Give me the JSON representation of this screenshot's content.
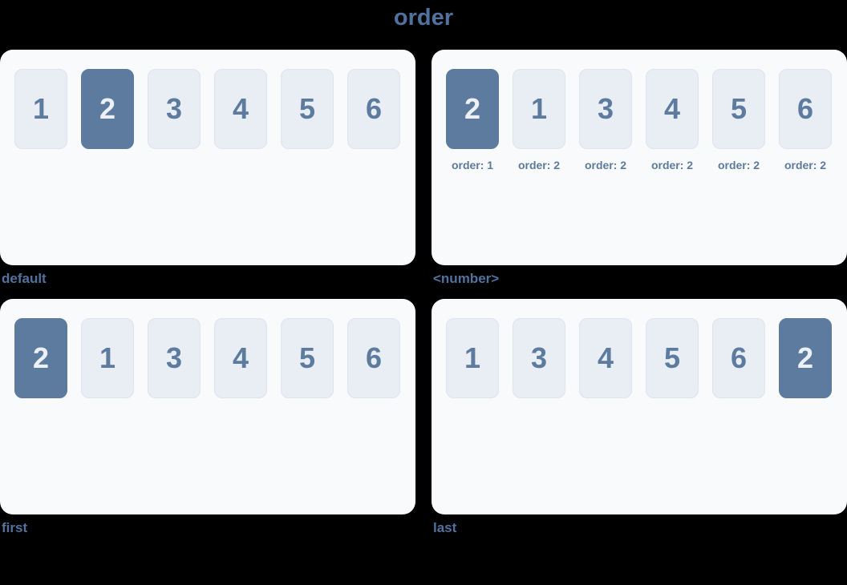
{
  "page": {
    "title": "order"
  },
  "colors": {
    "background": "#000000",
    "panel": "#f8fafc",
    "box": "#e9edf4",
    "box_border": "#dde4ef",
    "highlight": "#5d7b9e",
    "highlight_text": "#edf1f7",
    "slate": "#5d7b9e",
    "heading": "#51719f"
  },
  "panels": [
    {
      "caption": "default",
      "items": [
        {
          "label": "1",
          "highlighted": false
        },
        {
          "label": "2",
          "highlighted": true
        },
        {
          "label": "3",
          "highlighted": false
        },
        {
          "label": "4",
          "highlighted": false
        },
        {
          "label": "5",
          "highlighted": false
        },
        {
          "label": "6",
          "highlighted": false
        }
      ]
    },
    {
      "caption": "<number>",
      "items": [
        {
          "label": "2",
          "highlighted": true,
          "sub": "order: 1"
        },
        {
          "label": "1",
          "highlighted": false,
          "sub": "order: 2"
        },
        {
          "label": "3",
          "highlighted": false,
          "sub": "order: 2"
        },
        {
          "label": "4",
          "highlighted": false,
          "sub": "order: 2"
        },
        {
          "label": "5",
          "highlighted": false,
          "sub": "order: 2"
        },
        {
          "label": "6",
          "highlighted": false,
          "sub": "order: 2"
        }
      ]
    },
    {
      "caption": "first",
      "items": [
        {
          "label": "2",
          "highlighted": true
        },
        {
          "label": "1",
          "highlighted": false
        },
        {
          "label": "3",
          "highlighted": false
        },
        {
          "label": "4",
          "highlighted": false
        },
        {
          "label": "5",
          "highlighted": false
        },
        {
          "label": "6",
          "highlighted": false
        }
      ]
    },
    {
      "caption": "last",
      "items": [
        {
          "label": "1",
          "highlighted": false
        },
        {
          "label": "3",
          "highlighted": false
        },
        {
          "label": "4",
          "highlighted": false
        },
        {
          "label": "5",
          "highlighted": false
        },
        {
          "label": "6",
          "highlighted": false
        },
        {
          "label": "2",
          "highlighted": true
        }
      ]
    }
  ]
}
